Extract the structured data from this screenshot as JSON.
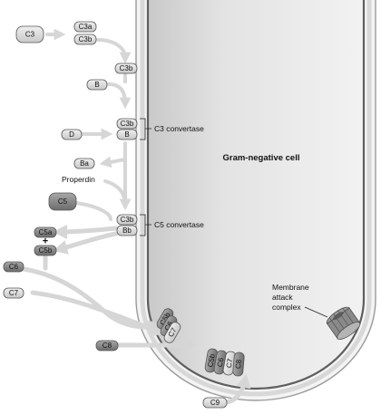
{
  "cell": {
    "label": "Gram-negative cell"
  },
  "molecules": {
    "c3": "C3",
    "c3a": "C3a",
    "c3b_top": "C3b",
    "c3b_second": "C3b",
    "b": "B",
    "d": "D",
    "c3b_in_c3_convertase": "C3b",
    "b_in_c3_convertase": "B",
    "ba": "Ba",
    "c5": "C5",
    "c3b_in_c5_convertase": "C3b",
    "bb_in_c5_convertase": "Bb",
    "c5a": "C5a",
    "plus": "+",
    "c5b": "C5b",
    "c6": "C6",
    "c7": "C7",
    "c8": "C8",
    "c9": "C9",
    "membrane_c5b": "C5b",
    "membrane_c6": "C6",
    "membrane_c7": "C7",
    "mac_c5b": "C5b",
    "mac_c6": "C6",
    "mac_c7": "C7",
    "mac_c8": "C8"
  },
  "labels": {
    "properdin": "Properdin",
    "c3_convertase": "C3 convertase",
    "c5_convertase": "C5 convertase",
    "mac_line1": "Membrane",
    "mac_line2": "attack",
    "mac_line3": "complex"
  },
  "colors": {
    "pill_light": "#dcdcdc",
    "pill_dark": "#8c8c8c",
    "arrow": "#d6d6d6",
    "membrane_outer": "#9a9a9a",
    "membrane_inner": "#5f5f5f",
    "cell_fill": "#e6e6e6"
  }
}
